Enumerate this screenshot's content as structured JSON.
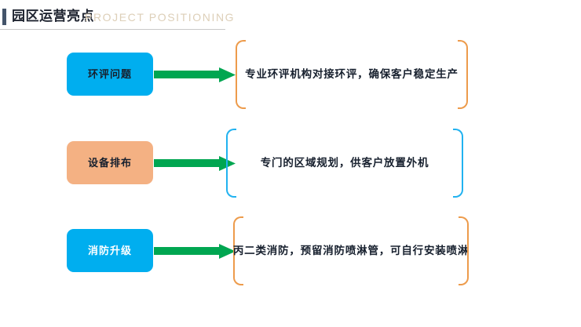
{
  "header": {
    "title": "园区运营亮点",
    "subtitle": "PROJECT POSITIONING",
    "accent_color": "#44546A",
    "subtitle_color": "#ddcfb8",
    "rule_color": "#c9c9c9"
  },
  "rows": [
    {
      "pill_label": "环评问题",
      "pill_color": "#00AEEF",
      "pill_text_color": "#17202e",
      "arrow_color": "#00A651",
      "bracket_color": "#ED9B4B",
      "description": "专业环评机构对接环评，确保客户稳定生产"
    },
    {
      "pill_label": "设备排布",
      "pill_color": "#F4B183",
      "pill_text_color": "#17202e",
      "arrow_color": "#00A651",
      "bracket_color": "#21B2F0",
      "description": "专门的区域规划，供客户放置外机"
    },
    {
      "pill_label": "消防升级",
      "pill_color": "#00AEEF",
      "pill_text_color": "#ffffff",
      "arrow_color": "#00A651",
      "bracket_color": "#ED9B4B",
      "description": "丙二类消防，预留消防喷淋管，可自行安装喷淋"
    }
  ]
}
